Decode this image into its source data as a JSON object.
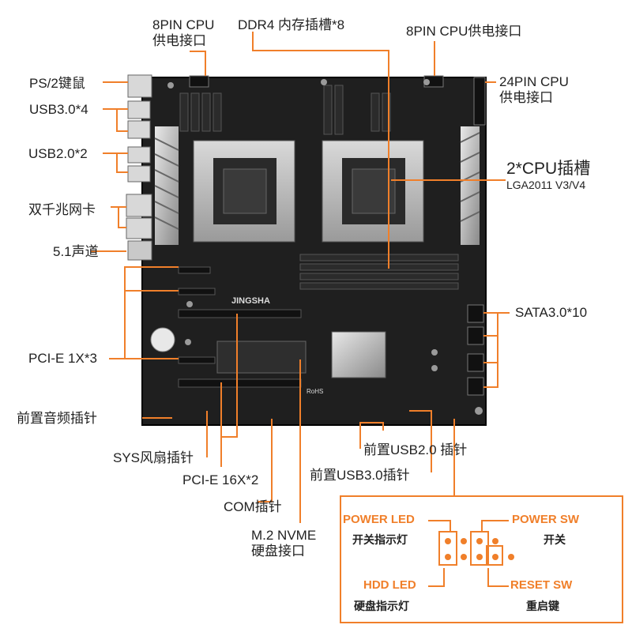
{
  "labels": {
    "cpu_power_left": [
      "8PIN CPU",
      "供电接口"
    ],
    "ddr4": "DDR4 内存插槽*8",
    "cpu_power_right": "8PIN CPU供电接口",
    "ps2": "PS/2键鼠",
    "usb30": "USB3.0*4",
    "usb20": "USB2.0*2",
    "lan": "双千兆网卡",
    "audio": "5.1声道",
    "pin24": [
      "24PIN CPU",
      "供电接口"
    ],
    "cpu_socket": [
      "2*CPU插槽",
      "LGA2011 V3/V4"
    ],
    "sata": "SATA3.0*10",
    "pcie1x": "PCI-E 1X*3",
    "front_audio": "前置音频插针",
    "sys_fan": "SYS风扇插针",
    "pcie16x": "PCI-E 16X*2",
    "com": "COM插针",
    "m2": [
      "M.2 NVME",
      "硬盘接口"
    ],
    "front_usb20": "前置USB2.0 插针",
    "front_usb30": "前置USB3.0插针"
  },
  "board": {
    "brand": "JINGSHA",
    "rohs": "RoHS"
  },
  "panel_pins": {
    "power_led": "POWER LED",
    "power_led_cn": "开关指示灯",
    "power_sw": "POWER SW",
    "power_sw_cn": "开关",
    "hdd_led": "HDD  LED",
    "hdd_led_cn": "硬盘指示灯",
    "reset_sw": "RESET SW",
    "reset_sw_cn": "重启键"
  },
  "colors": {
    "accent": "#f07f2a",
    "board": "#1e1e1e",
    "pcb_dark": "#111111"
  }
}
